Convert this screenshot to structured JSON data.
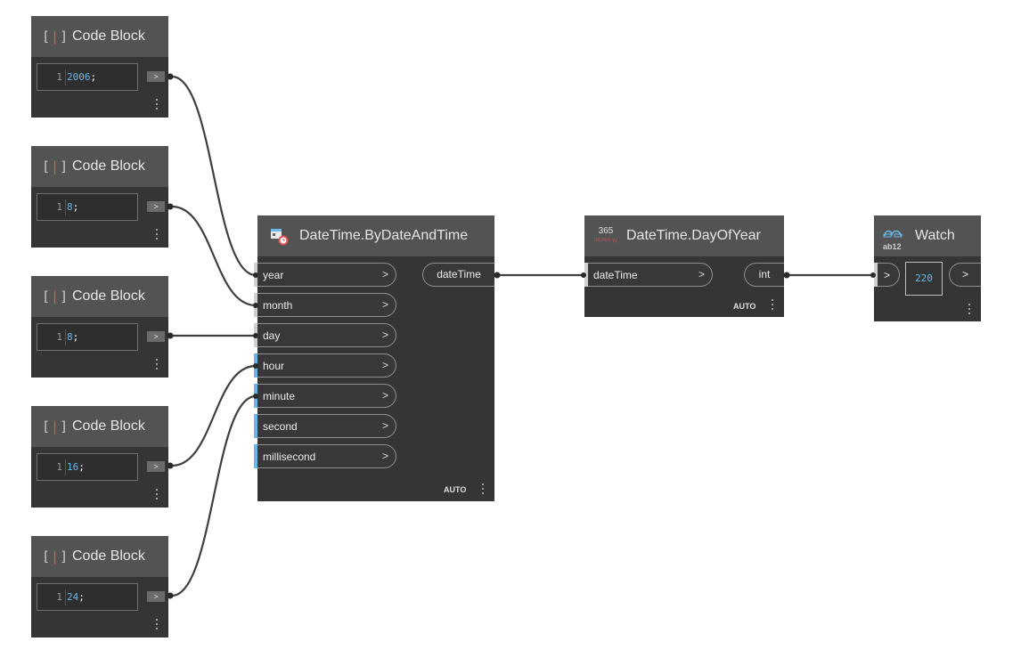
{
  "code_blocks": [
    {
      "title": "Code Block",
      "line": "1",
      "value": "2006",
      "terminator": ";",
      "output": ">"
    },
    {
      "title": "Code Block",
      "line": "1",
      "value": "8",
      "terminator": ";",
      "output": ">"
    },
    {
      "title": "Code Block",
      "line": "1",
      "value": "8",
      "terminator": ";",
      "output": ">"
    },
    {
      "title": "Code Block",
      "line": "1",
      "value": "16",
      "terminator": ";",
      "output": ">"
    },
    {
      "title": "Code Block",
      "line": "1",
      "value": "24",
      "terminator": ";",
      "output": ">"
    }
  ],
  "by_date_and_time": {
    "title": "DateTime.ByDateAndTime",
    "inputs": [
      "year",
      "month",
      "day",
      "hour",
      "minute",
      "second",
      "millisecond"
    ],
    "input_chevron": ">",
    "output": "dateTime",
    "lacing": "AUTO"
  },
  "day_of_year": {
    "title": "DateTime.DayOfYear",
    "icon_number": "365",
    "icon_sub": "dd mm yy",
    "input": "dateTime",
    "input_chevron": ">",
    "output": "int",
    "lacing": "AUTO"
  },
  "watch": {
    "title": "Watch",
    "icon_text": "ab12",
    "input_chevron": ">",
    "value": "220",
    "output_chevron": ">"
  },
  "colors": {
    "canvas": "#ffffff",
    "node_body": "#353535",
    "node_header": "#535353",
    "wire": "#3f3f3f",
    "port_marker_connected": "#d0d0d0",
    "port_marker_default": "#6ab8e8",
    "code_number": "#6ab8e8"
  }
}
